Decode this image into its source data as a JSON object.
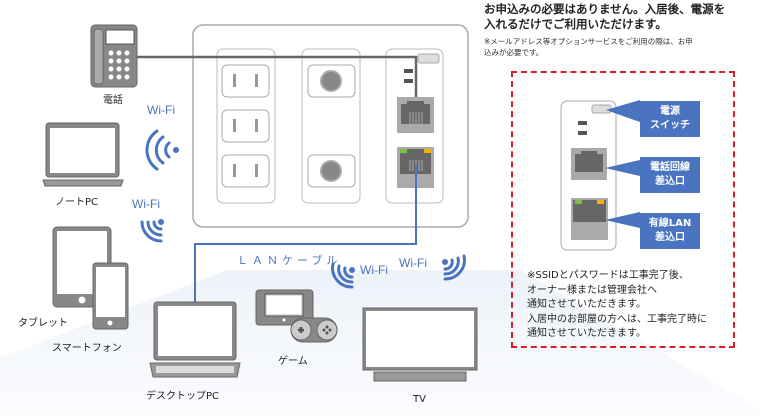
{
  "header": {
    "title_line1": "お申込みの必要はありません。入居後、電源を",
    "title_line2": "入れるだけでご利用いただけます。",
    "sub_line1": "※メールアドレス等オプションサービスをご利用の際は、お申",
    "sub_line2": "込みが必要です。"
  },
  "devices": {
    "phone": "電話",
    "notebook": "ノートPC",
    "tablet": "タブレット",
    "smartphone": "スマートフォン",
    "desktop": "デスクトップPC",
    "game": "ゲーム",
    "tv": "TV"
  },
  "connections": {
    "wifi": "Wi-Fi",
    "lan_cable": "ＬＡＮケーブル"
  },
  "callouts": {
    "power_switch": [
      "電源",
      "スイッチ"
    ],
    "phone_port": [
      "電話回線",
      "差込口"
    ],
    "lan_port": [
      "有線LAN",
      "差込口"
    ]
  },
  "ssid_note": [
    "※SSIDとパスワードは工事完了後、",
    "オーナー様または管理会社へ",
    "通知させていただきます。",
    "入居中のお部屋の方へは、工事完了時に",
    "通知させていただきます。"
  ],
  "colors": {
    "accent_blue": "#4a74c0",
    "dashed_red": "#d81e2a",
    "led_green": "#7dc242",
    "led_orange": "#f5b400"
  }
}
